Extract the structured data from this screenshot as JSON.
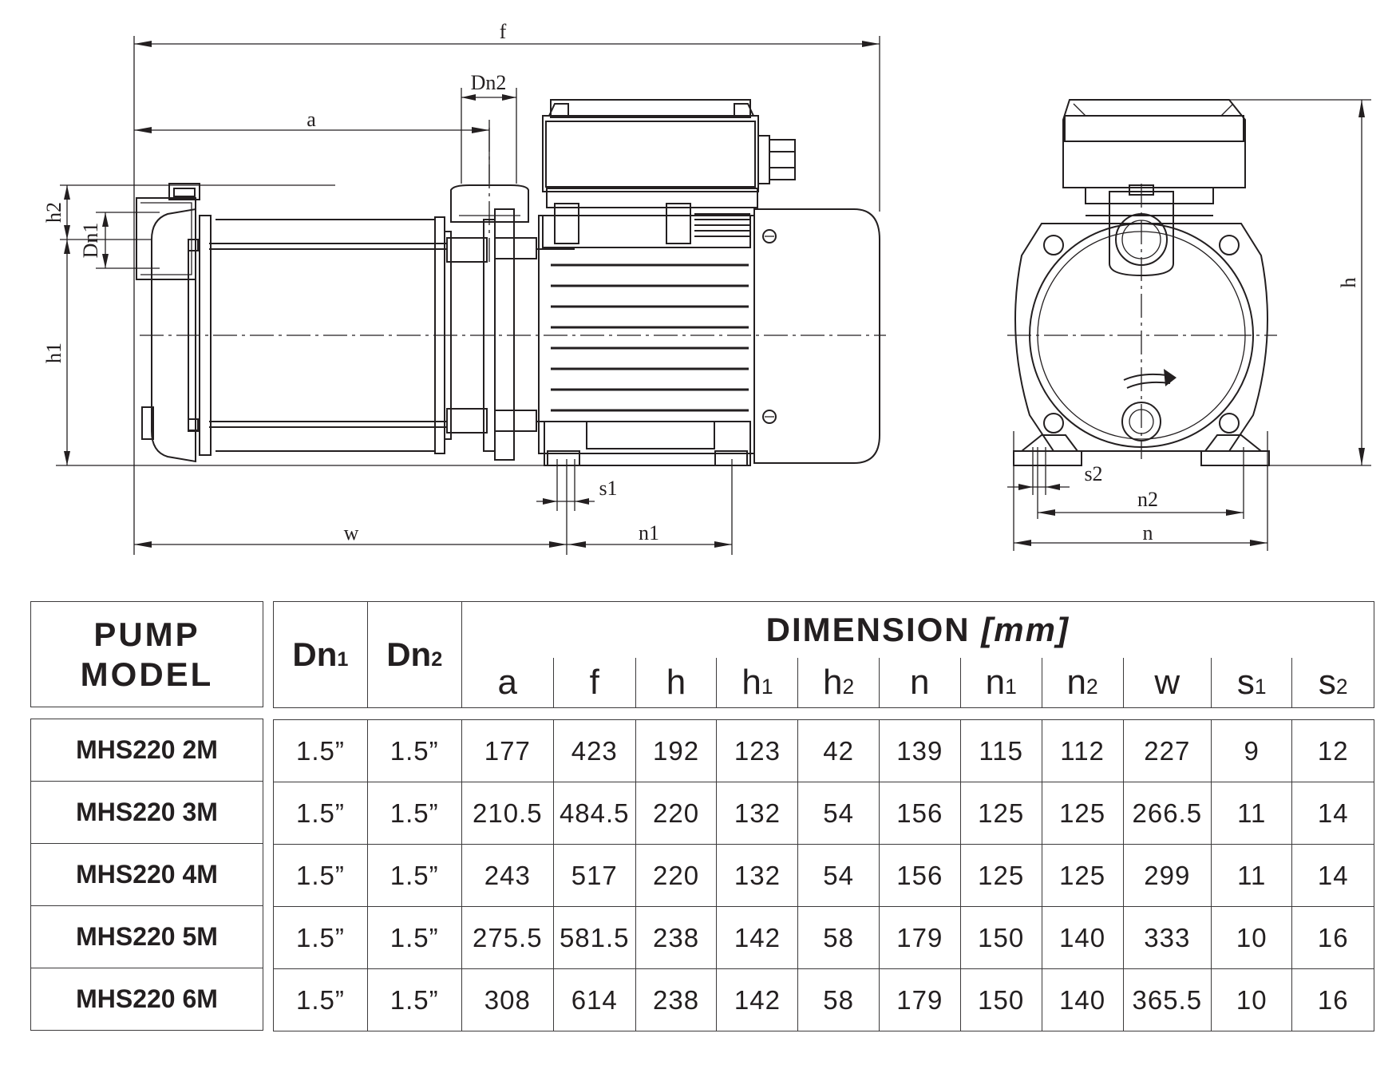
{
  "drawing": {
    "dimension_labels": {
      "f": "f",
      "a": "a",
      "dn2": "Dn2",
      "dn1": "Dn1",
      "h1": "h1",
      "h2": "h2",
      "w": "w",
      "n1": "n1",
      "s1": "s1",
      "h": "h",
      "s2": "s2",
      "n2": "n2",
      "n": "n"
    }
  },
  "table": {
    "model_header_line1": "PUMP",
    "model_header_line2": "MODEL",
    "dn1": {
      "base": "Dn",
      "sub": "1"
    },
    "dn2": {
      "base": "Dn",
      "sub": "2"
    },
    "dimension_title": "DIMENSION",
    "dimension_unit": "[mm]",
    "columns": [
      {
        "base": "a",
        "sub": ""
      },
      {
        "base": "f",
        "sub": ""
      },
      {
        "base": "h",
        "sub": ""
      },
      {
        "base": "h",
        "sub": "1"
      },
      {
        "base": "h",
        "sub": "2"
      },
      {
        "base": "n",
        "sub": ""
      },
      {
        "base": "n",
        "sub": "1"
      },
      {
        "base": "n",
        "sub": "2"
      },
      {
        "base": "w",
        "sub": ""
      },
      {
        "base": "s",
        "sub": "1"
      },
      {
        "base": "s",
        "sub": "2"
      }
    ],
    "rows": [
      {
        "model": "MHS220 2M",
        "dn1": "1.5”",
        "dn2": "1.5”",
        "values": [
          "177",
          "423",
          "192",
          "123",
          "42",
          "139",
          "115",
          "112",
          "227",
          "9",
          "12"
        ]
      },
      {
        "model": "MHS220 3M",
        "dn1": "1.5”",
        "dn2": "1.5”",
        "values": [
          "210.5",
          "484.5",
          "220",
          "132",
          "54",
          "156",
          "125",
          "125",
          "266.5",
          "11",
          "14"
        ]
      },
      {
        "model": "MHS220 4M",
        "dn1": "1.5”",
        "dn2": "1.5”",
        "values": [
          "243",
          "517",
          "220",
          "132",
          "54",
          "156",
          "125",
          "125",
          "299",
          "11",
          "14"
        ]
      },
      {
        "model": "MHS220 5M",
        "dn1": "1.5”",
        "dn2": "1.5”",
        "values": [
          "275.5",
          "581.5",
          "238",
          "142",
          "58",
          "179",
          "150",
          "140",
          "333",
          "10",
          "16"
        ]
      },
      {
        "model": "MHS220 6M",
        "dn1": "1.5”",
        "dn2": "1.5”",
        "values": [
          "308",
          "614",
          "238",
          "142",
          "58",
          "179",
          "150",
          "140",
          "365.5",
          "10",
          "16"
        ]
      }
    ]
  }
}
